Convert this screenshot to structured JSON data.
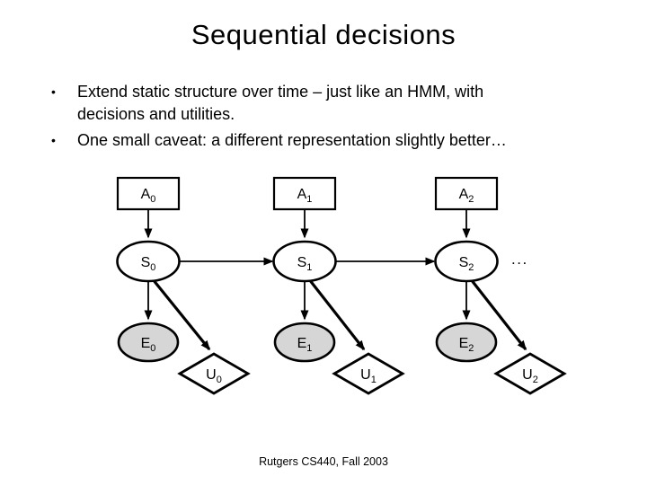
{
  "slide": {
    "title": "Sequential decisions",
    "bullet_char": "•",
    "bullets": [
      {
        "lines": [
          "Extend static structure over time – just like an HMM, with",
          "decisions and utilities."
        ]
      },
      {
        "lines": [
          "One small caveat: a different representation slightly better…"
        ]
      }
    ],
    "footer": "Rutgers CS440, Fall 2003"
  },
  "diagram": {
    "type": "influence-diagram (decision network unrolled over time)",
    "ellipsis": "...",
    "colors": {
      "node_fill": "#ffffff",
      "observed_node_fill": "#d6d6d6",
      "line": "#000000"
    },
    "columns": [
      {
        "action": {
          "letter": "A",
          "sub": "0",
          "shape": "rectangle"
        },
        "state": {
          "letter": "S",
          "sub": "0",
          "shape": "ellipse"
        },
        "evidence": {
          "letter": "E",
          "sub": "0",
          "shape": "ellipse-shaded"
        },
        "utility": {
          "letter": "U",
          "sub": "0",
          "shape": "diamond"
        }
      },
      {
        "action": {
          "letter": "A",
          "sub": "1",
          "shape": "rectangle"
        },
        "state": {
          "letter": "S",
          "sub": "1",
          "shape": "ellipse"
        },
        "evidence": {
          "letter": "E",
          "sub": "1",
          "shape": "ellipse-shaded"
        },
        "utility": {
          "letter": "U",
          "sub": "1",
          "shape": "diamond"
        }
      },
      {
        "action": {
          "letter": "A",
          "sub": "2",
          "shape": "rectangle"
        },
        "state": {
          "letter": "S",
          "sub": "2",
          "shape": "ellipse"
        },
        "evidence": {
          "letter": "E",
          "sub": "2",
          "shape": "ellipse-shaded"
        },
        "utility": {
          "letter": "U",
          "sub": "2",
          "shape": "diamond"
        }
      }
    ],
    "edges": [
      {
        "from": "A0",
        "to": "S0"
      },
      {
        "from": "A1",
        "to": "S1"
      },
      {
        "from": "A2",
        "to": "S2"
      },
      {
        "from": "S0",
        "to": "S1"
      },
      {
        "from": "S1",
        "to": "S2"
      },
      {
        "from": "S0",
        "to": "E0"
      },
      {
        "from": "S1",
        "to": "E1"
      },
      {
        "from": "S2",
        "to": "E2"
      },
      {
        "from": "S0",
        "to": "U0"
      },
      {
        "from": "S1",
        "to": "U1"
      },
      {
        "from": "S2",
        "to": "U2"
      }
    ]
  }
}
